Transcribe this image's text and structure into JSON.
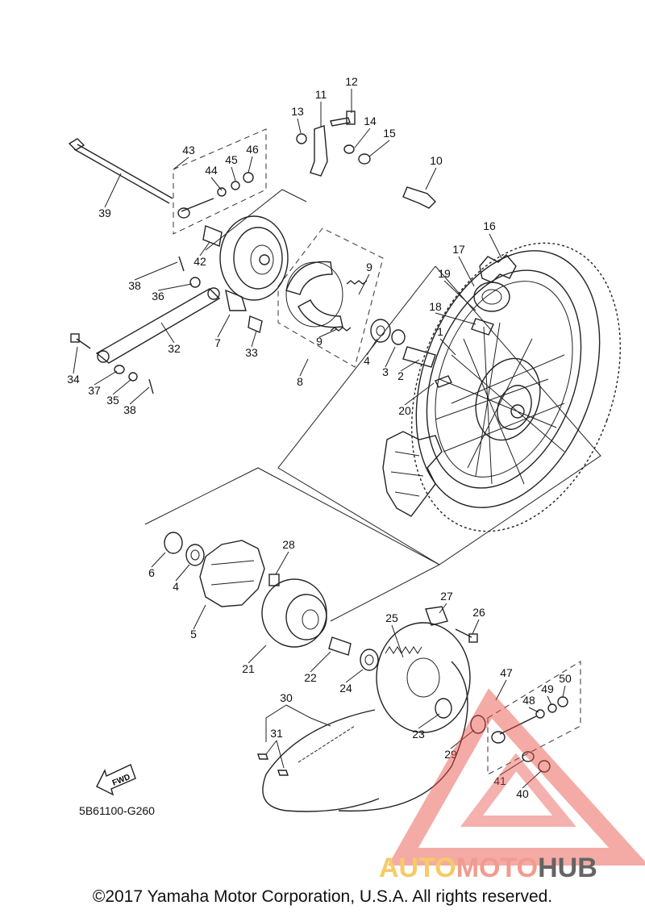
{
  "diagram": {
    "diagram_code": "5B61100-G260",
    "direction_label": "FWD",
    "callouts": [
      {
        "id": "c1",
        "label": "1"
      },
      {
        "id": "c2",
        "label": "2"
      },
      {
        "id": "c3",
        "label": "3"
      },
      {
        "id": "c4a",
        "label": "4"
      },
      {
        "id": "c4b",
        "label": "4"
      },
      {
        "id": "c5",
        "label": "5"
      },
      {
        "id": "c6",
        "label": "6"
      },
      {
        "id": "c7",
        "label": "7"
      },
      {
        "id": "c8",
        "label": "8"
      },
      {
        "id": "c9a",
        "label": "9"
      },
      {
        "id": "c9b",
        "label": "9"
      },
      {
        "id": "c10",
        "label": "10"
      },
      {
        "id": "c11",
        "label": "11"
      },
      {
        "id": "c12",
        "label": "12"
      },
      {
        "id": "c13",
        "label": "13"
      },
      {
        "id": "c14",
        "label": "14"
      },
      {
        "id": "c15",
        "label": "15"
      },
      {
        "id": "c16",
        "label": "16"
      },
      {
        "id": "c17",
        "label": "17"
      },
      {
        "id": "c18",
        "label": "18"
      },
      {
        "id": "c19",
        "label": "19"
      },
      {
        "id": "c20",
        "label": "20"
      },
      {
        "id": "c21",
        "label": "21"
      },
      {
        "id": "c22",
        "label": "22"
      },
      {
        "id": "c23",
        "label": "23"
      },
      {
        "id": "c24",
        "label": "24"
      },
      {
        "id": "c25",
        "label": "25"
      },
      {
        "id": "c26",
        "label": "26"
      },
      {
        "id": "c27",
        "label": "27"
      },
      {
        "id": "c28",
        "label": "28"
      },
      {
        "id": "c29",
        "label": "29"
      },
      {
        "id": "c30",
        "label": "30"
      },
      {
        "id": "c31",
        "label": "31"
      },
      {
        "id": "c32",
        "label": "32"
      },
      {
        "id": "c33",
        "label": "33"
      },
      {
        "id": "c34",
        "label": "34"
      },
      {
        "id": "c35",
        "label": "35"
      },
      {
        "id": "c36",
        "label": "36"
      },
      {
        "id": "c37",
        "label": "37"
      },
      {
        "id": "c38a",
        "label": "38"
      },
      {
        "id": "c38b",
        "label": "38"
      },
      {
        "id": "c39",
        "label": "39"
      },
      {
        "id": "c40",
        "label": "40"
      },
      {
        "id": "c41",
        "label": "41"
      },
      {
        "id": "c42",
        "label": "42"
      },
      {
        "id": "c43",
        "label": "43"
      },
      {
        "id": "c44",
        "label": "44"
      },
      {
        "id": "c45",
        "label": "45"
      },
      {
        "id": "c46",
        "label": "46"
      },
      {
        "id": "c47",
        "label": "47"
      },
      {
        "id": "c48",
        "label": "48"
      },
      {
        "id": "c49",
        "label": "49"
      },
      {
        "id": "c50",
        "label": "50"
      }
    ]
  },
  "watermark": {
    "part1": "AUTO",
    "part2": "MOTO",
    "part3": "HUB",
    "color_auto": "#f5c24a",
    "color_moto": "#f08a7a",
    "color_hub": "#4a4a4a",
    "triangle_color": "#e84a40"
  },
  "footer": {
    "copyright": "©2017 Yamaha Motor Corporation, U.S.A. All rights reserved."
  }
}
